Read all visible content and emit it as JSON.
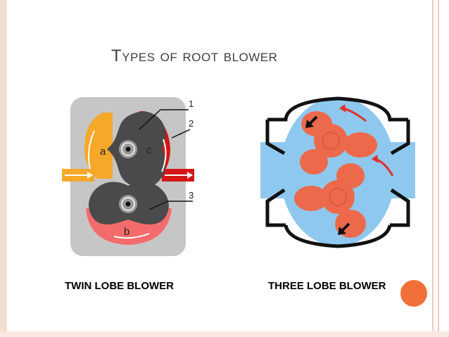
{
  "slide": {
    "title": "Types of root blower",
    "captions": {
      "left": "TWIN LOBE BLOWER",
      "right": "THREE LOBE BLOWER"
    }
  },
  "twin_lobe_diagram": {
    "chamber_labels": [
      "a",
      "b",
      "c"
    ],
    "part_numbers": [
      "1",
      "2",
      "3"
    ]
  },
  "colors": {
    "housing": "#c6c6c6",
    "lobe": "#4a4a4a",
    "inlet_chamber": "#f6a829",
    "outlet_chamber": "#d41515",
    "bottom_chamber": "#f46b6b",
    "three_lobe_fluid": "#8fc8ee",
    "three_lobe_rotor": "#ec6a4b",
    "accent_dot": "#f26f3a"
  }
}
